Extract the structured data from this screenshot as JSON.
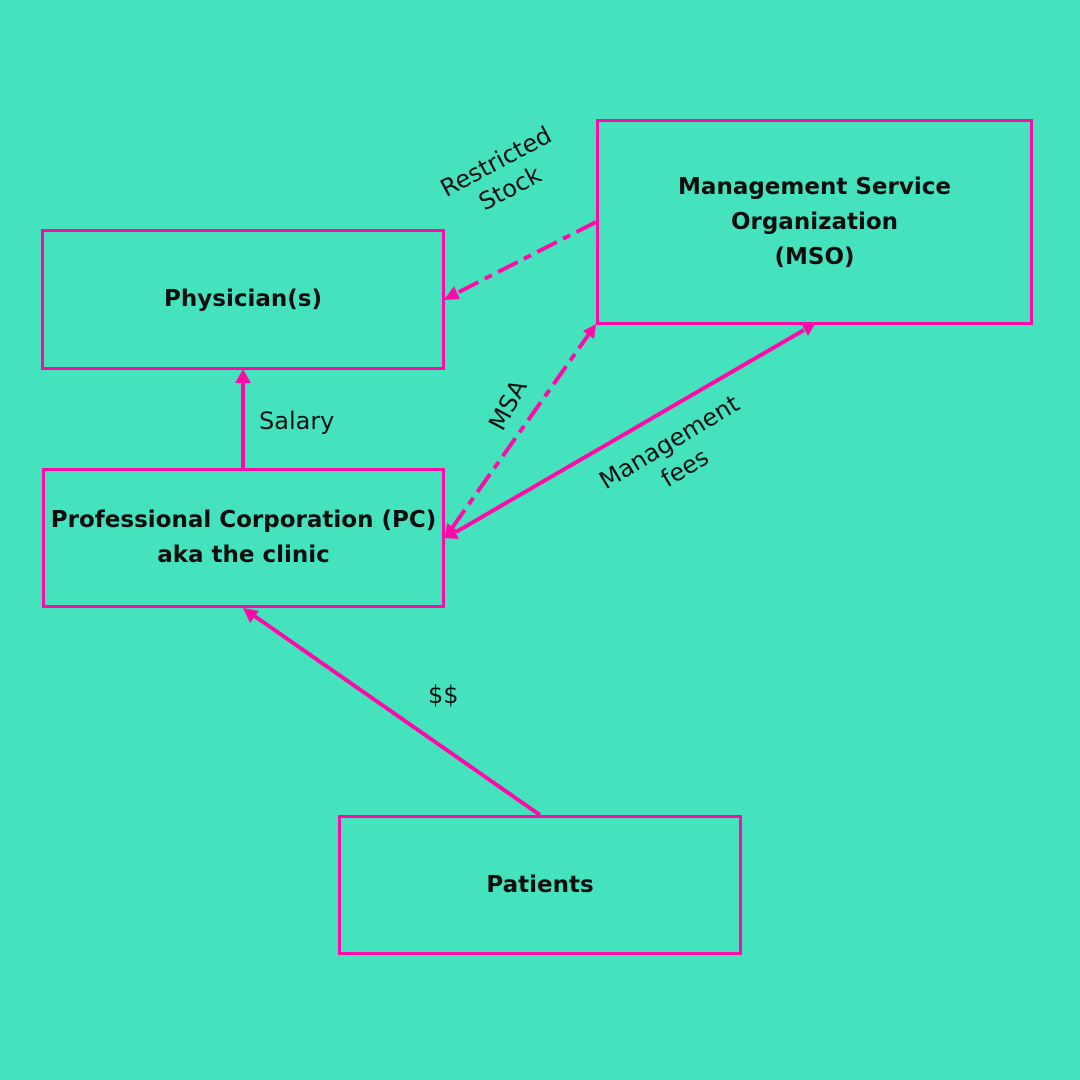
{
  "colors": {
    "background": "#44e3bd",
    "accent": "#ff0aa8",
    "text": "#0d0d0d"
  },
  "nodes": {
    "mso": {
      "lines": [
        "Management Service",
        "Organization",
        "(MSO)"
      ]
    },
    "physicians": {
      "lines": [
        "Physician(s)"
      ]
    },
    "pc": {
      "lines": [
        "Professional Corporation (PC)",
        "aka the clinic"
      ]
    },
    "patients": {
      "lines": [
        "Patients"
      ]
    }
  },
  "edges": {
    "restricted_stock": {
      "lines": [
        "Restricted",
        "Stock"
      ],
      "from": "mso",
      "to": "physicians",
      "style": "dashed"
    },
    "salary": {
      "label": "Salary",
      "from": "pc",
      "to": "physicians",
      "style": "solid"
    },
    "msa": {
      "label": "MSA",
      "from": "pc",
      "to": "mso",
      "style": "dashed",
      "bidirectional": true
    },
    "management_fees": {
      "lines": [
        "Management",
        "fees"
      ],
      "from": "pc",
      "to": "mso",
      "style": "solid",
      "bidirectional": true
    },
    "money": {
      "label": "$$",
      "from": "patients",
      "to": "pc",
      "style": "solid"
    }
  }
}
